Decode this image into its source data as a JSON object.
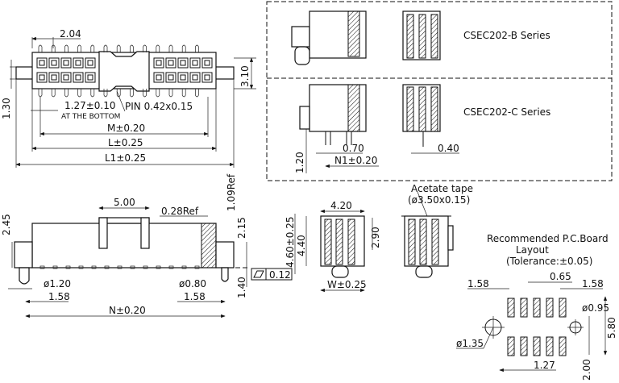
{
  "top_view": {
    "dim_pitch_top": "2.04",
    "dim_height": "3.10",
    "dim_offset": "1.30",
    "dim_pitch_bottom": "1.27±0.10",
    "note_bottom": "AT THE BOTTOM",
    "pin_note": "PIN  0.42x0.15",
    "dim_m": "M±0.20",
    "dim_l": "L±0.25",
    "dim_l1": "L1±0.25"
  },
  "series_box": {
    "series_b": "CSEC202-B Series",
    "series_c": "CSEC202-C Series",
    "dim_070": "0.70",
    "dim_040": "0.40",
    "dim_n1": "N1±0.20",
    "dim_120": "1.20"
  },
  "side_view": {
    "dim_245": "2.45",
    "dim_500": "5.00",
    "dim_028ref": "0.28Ref",
    "dim_109ref": "1.09Ref",
    "dim_215": "2.15",
    "dim_140": "1.40",
    "flatness": "0.12",
    "dia_120": "ø1.20",
    "dim_158_left": "1.58",
    "dia_080": "ø0.80",
    "dim_158_right": "1.58",
    "dim_n": "N±0.20"
  },
  "end_view": {
    "dim_420": "4.20",
    "dim_440": "4.40",
    "dim_460": "4.60±0.25",
    "dim_290": "2.90",
    "dim_w": "W±0.25",
    "acetate_label": "Acetate tape",
    "acetate_size": "(ø3.50x0.15)"
  },
  "pcb_layout": {
    "title_1": "Recommended  P.C.Board",
    "title_2": "Layout",
    "title_3": "(Tolerance:±0.05)",
    "dim_158_left": "1.58",
    "dim_065": "0.65",
    "dim_158_right": "1.58",
    "dia_095": "ø0.95",
    "dim_580": "5.80",
    "dia_135": "ø1.35",
    "dim_127": "1.27",
    "dim_200": "2.00"
  }
}
